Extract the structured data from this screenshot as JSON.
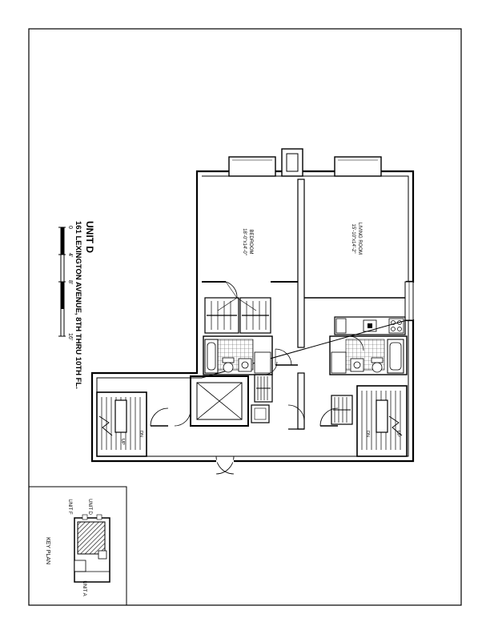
{
  "title": {
    "unit": "UNIT D",
    "address": "161 LEXINGTON AVENUE, 8TH THRU 10TH FL."
  },
  "scale_bar": {
    "ticks": [
      "0",
      "4'",
      "8'",
      "16'"
    ]
  },
  "rooms": {
    "bedroom": {
      "name": "BEDROOM",
      "dims": "18'-0\"x14'-0\""
    },
    "living_room": {
      "name": "LIVING ROOM",
      "dims": "15'-10\"x14'-2\""
    }
  },
  "stairs": {
    "left": {
      "up": "UP",
      "dn": "DN"
    },
    "right": {
      "up": "UP",
      "dn": "DN"
    }
  },
  "key_plan": {
    "title": "KEY PLAN",
    "unit_f": "UNIT F",
    "unit_d": "UNIT D",
    "unit_a": "UNIT A"
  }
}
